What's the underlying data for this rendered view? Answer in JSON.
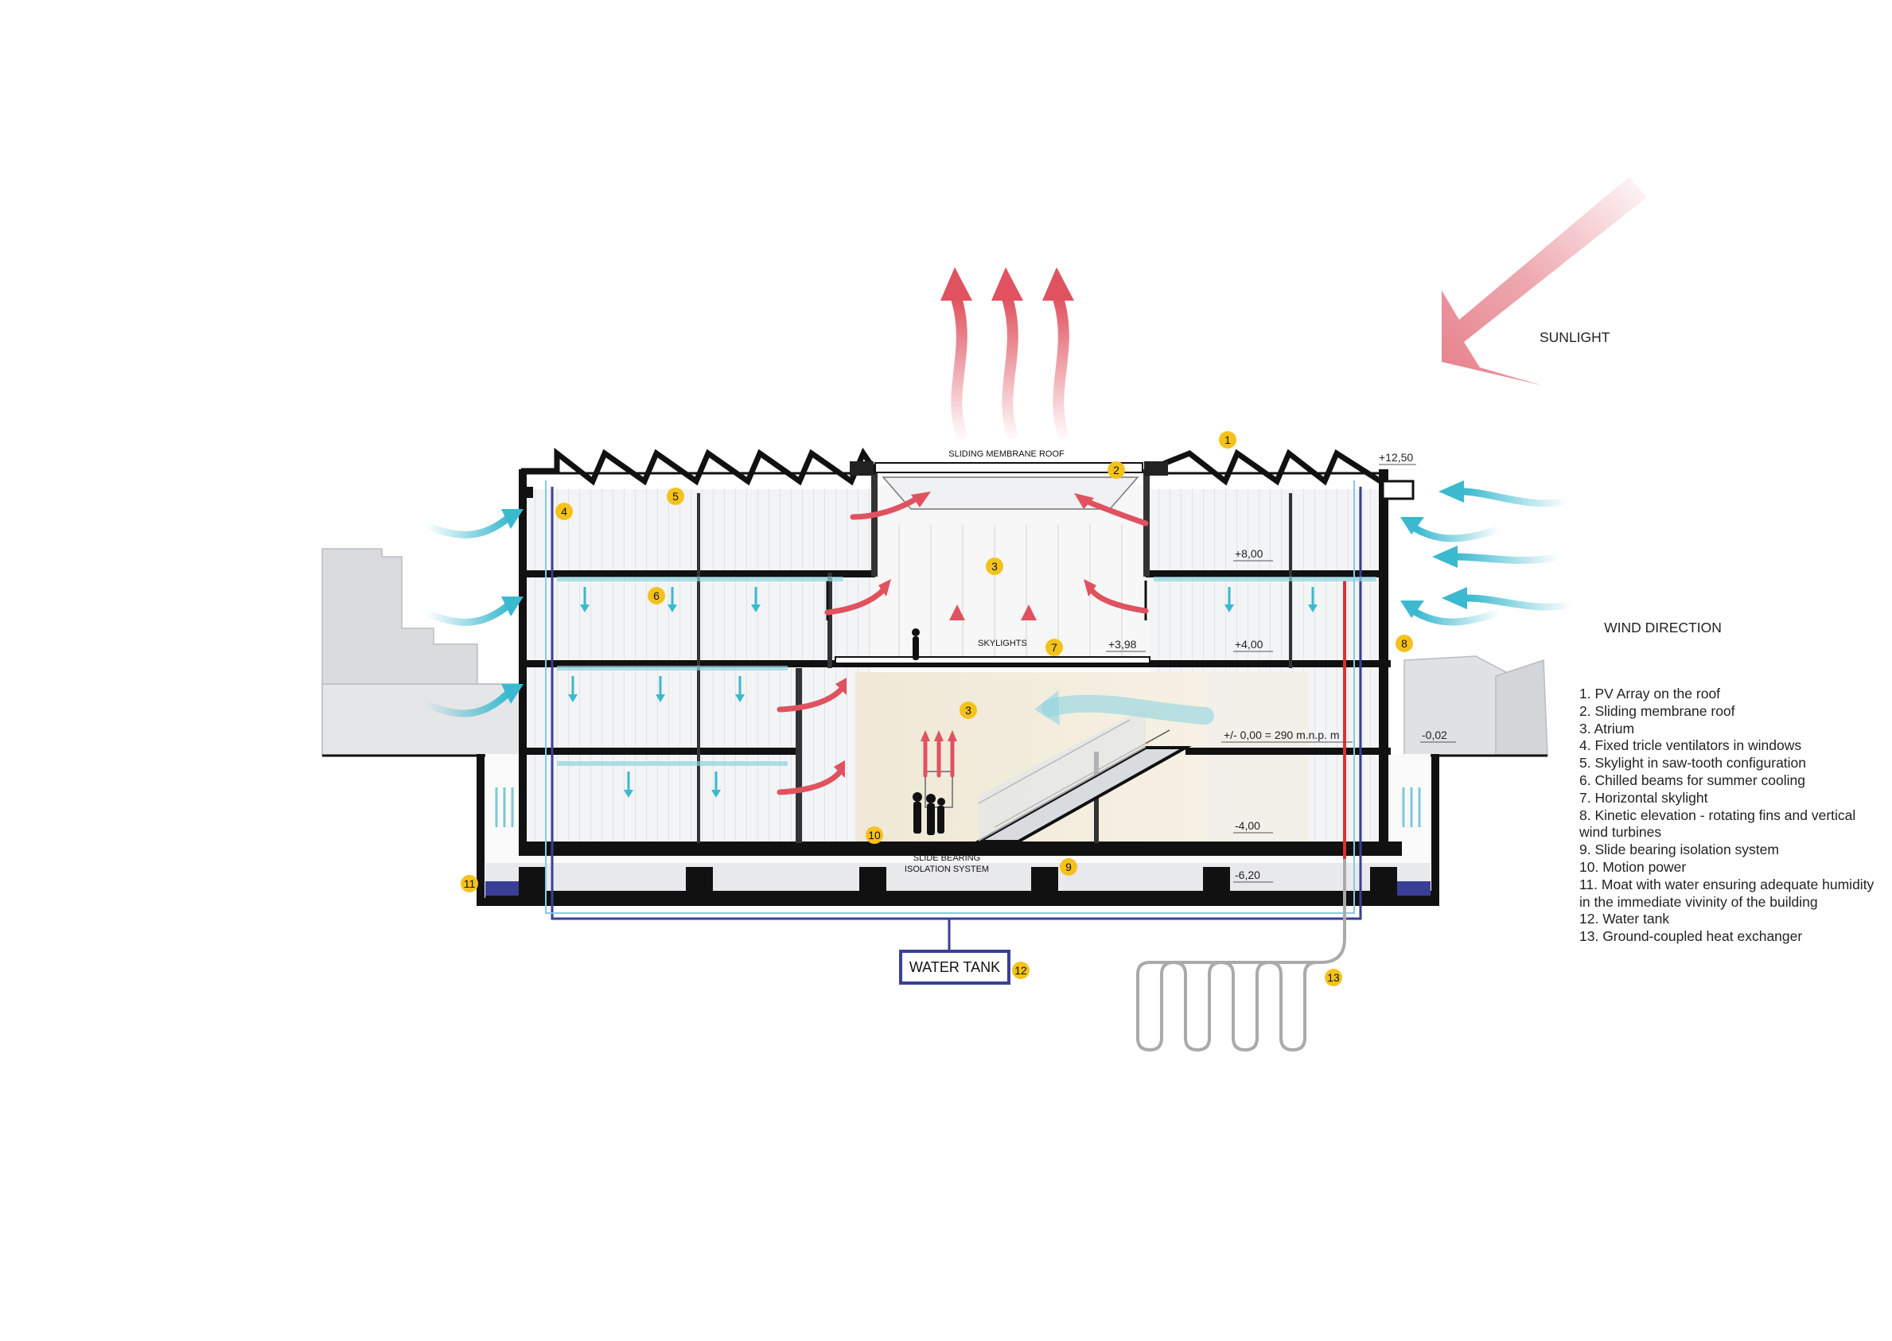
{
  "diagram": {
    "labels": {
      "sunlight": "SUNLIGHT",
      "wind_direction": "WIND DIRECTION",
      "sliding_membrane_roof": "SLIDING MEMBRANE ROOF",
      "skylights": "SKYLIGHTS",
      "slide_bearing_line1": "SLIDE BEARING",
      "slide_bearing_line2": "ISOLATION SYSTEM",
      "water_tank": "WATER TANK"
    },
    "levels": {
      "l1250": "+12,50",
      "l800": "+8,00",
      "l400": "+4,00",
      "l398": "+3,98",
      "l000": "+/- 0,00 = 290 m.n.p. m",
      "l002": "-0,02",
      "l400n": "-4,00",
      "l620n": "-6,20"
    },
    "markers": [
      "1",
      "2",
      "3",
      "3",
      "4",
      "5",
      "6",
      "7",
      "8",
      "9",
      "10",
      "11",
      "12",
      "13"
    ],
    "legend": [
      "1.  PV Array on the roof",
      "2.  Sliding membrane roof",
      "3.  Atrium",
      "4.  Fixed tricle ventilators in windows",
      "5.  Skylight in saw-tooth configuration",
      "6.  Chilled beams for summer cooling",
      "7. Horizontal skylight",
      "8.  Kinetic elevation - rotating fins and vertical wind turbines",
      "9.  Slide bearing isolation system",
      "10.  Motion power",
      "11.  Moat with water ensuring adequate humidity in the immediate vivinity of the building",
      "12.  Water tank",
      "13. Ground-coupled heat exchanger"
    ],
    "colors": {
      "heat_arrow": "#e0525f",
      "air_arrow": "#3ab9cf",
      "marker": "#f5c21b",
      "water_pipe": "#3a3f96",
      "hot_pipe": "#e03030",
      "structure": "#111111"
    }
  }
}
